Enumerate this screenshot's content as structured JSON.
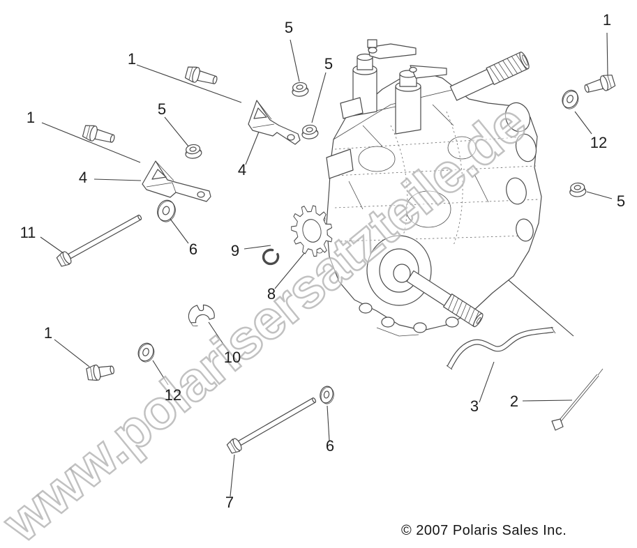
{
  "watermark": "www.polarisersatzteile.de",
  "copyright": "© 2007 Polaris Sales Inc.",
  "colors": {
    "background": "#ffffff",
    "line_art": "#4a4a4a",
    "label_text": "#1b1b1b",
    "watermark_outline": "#b0b0b0"
  },
  "callouts": [
    {
      "label": "1",
      "part": "flange-bolt-top"
    },
    {
      "label": "5",
      "part": "flange-nut-top"
    },
    {
      "label": "5",
      "part": "flange-nut-upper-right"
    },
    {
      "label": "1",
      "part": "flange-bolt-top-right"
    },
    {
      "label": "12",
      "part": "washer-top-right"
    },
    {
      "label": "5",
      "part": "flange-nut-right"
    },
    {
      "label": "1",
      "part": "flange-bolt-left"
    },
    {
      "label": "5",
      "part": "flange-nut-middle"
    },
    {
      "label": "4",
      "part": "mount-bracket-right"
    },
    {
      "label": "4",
      "part": "mount-bracket-left"
    },
    {
      "label": "11",
      "part": "long-bolt-left"
    },
    {
      "label": "6",
      "part": "washer-middle"
    },
    {
      "label": "9",
      "part": "snap-ring"
    },
    {
      "label": "8",
      "part": "sprocket"
    },
    {
      "label": "10",
      "part": "saddle-clip"
    },
    {
      "label": "1",
      "part": "flange-bolt-bottom-left"
    },
    {
      "label": "12",
      "part": "washer-bottom"
    },
    {
      "label": "7",
      "part": "long-bolt-bottom"
    },
    {
      "label": "6",
      "part": "washer-bottom-right"
    },
    {
      "label": "3",
      "part": "vent-hose"
    },
    {
      "label": "2",
      "part": "cable-tie"
    }
  ]
}
